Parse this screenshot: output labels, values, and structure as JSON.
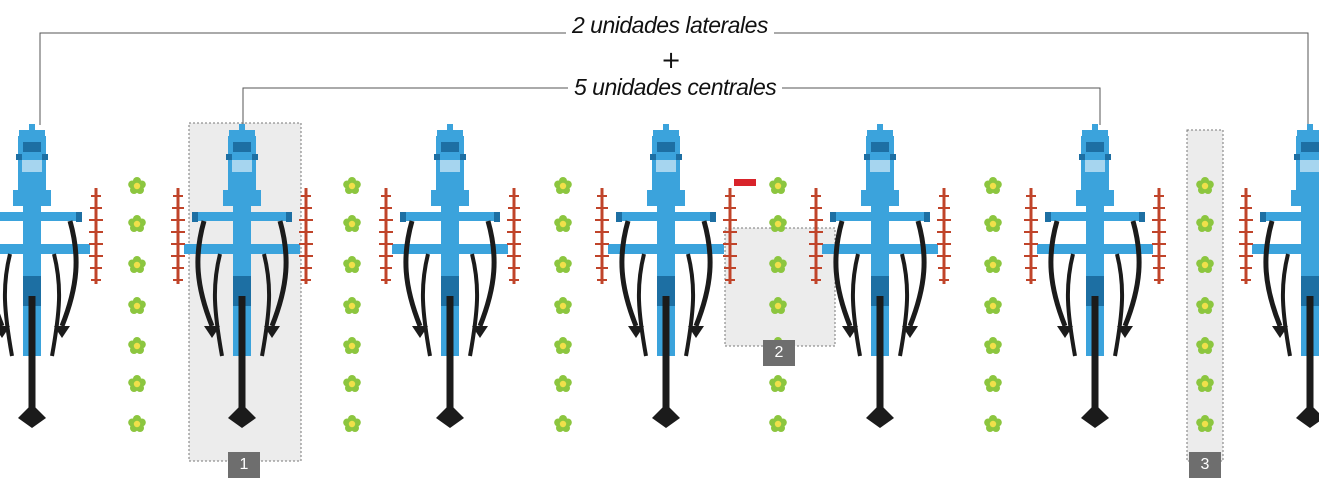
{
  "labels": {
    "lateral_units": "2 unidades laterales",
    "plus": "+",
    "central_units": "5 unidades centrales"
  },
  "markers": {
    "minus": "–",
    "one": "1",
    "two": "2",
    "three": "3"
  },
  "colors": {
    "machine_blue": "#3ba3dc",
    "machine_dark": "#1d6fa3",
    "tine_black": "#1b1b1b",
    "disc_red": "#c0442a",
    "plant_green": "#8cc63f",
    "plant_center": "#f0e04a",
    "highlight_bg": "#ececec",
    "badge_bg": "#6e6e6e",
    "minus_red": "#d8232a"
  },
  "icons": {
    "plant": "plant-icon",
    "implement": "subsoiler-unit-icon"
  }
}
